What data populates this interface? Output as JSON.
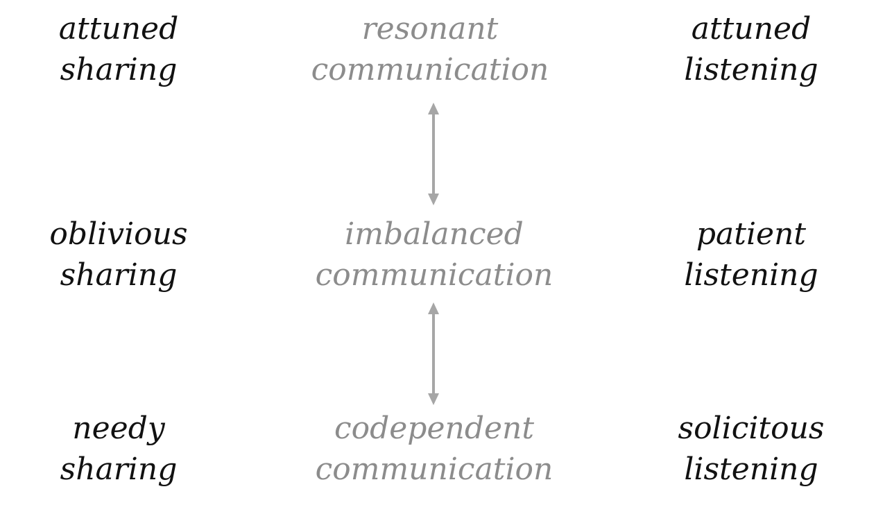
{
  "rows": [
    {
      "left": [
        "attuned",
        "sharing"
      ],
      "middle": [
        "resonant",
        "communication"
      ],
      "right": [
        "attuned",
        "listening"
      ]
    },
    {
      "left": [
        "oblivious",
        "sharing"
      ],
      "middle": [
        "imbalanced",
        "communication"
      ],
      "right": [
        "patient",
        "listening"
      ]
    },
    {
      "left": [
        "needy",
        "sharing"
      ],
      "middle": [
        "codependent",
        "communication"
      ],
      "right": [
        "solicitous",
        "listening"
      ]
    }
  ],
  "colors": {
    "side_text": "#111111",
    "middle_text": "#8c8c8c",
    "arrow": "#a6a6a6"
  }
}
